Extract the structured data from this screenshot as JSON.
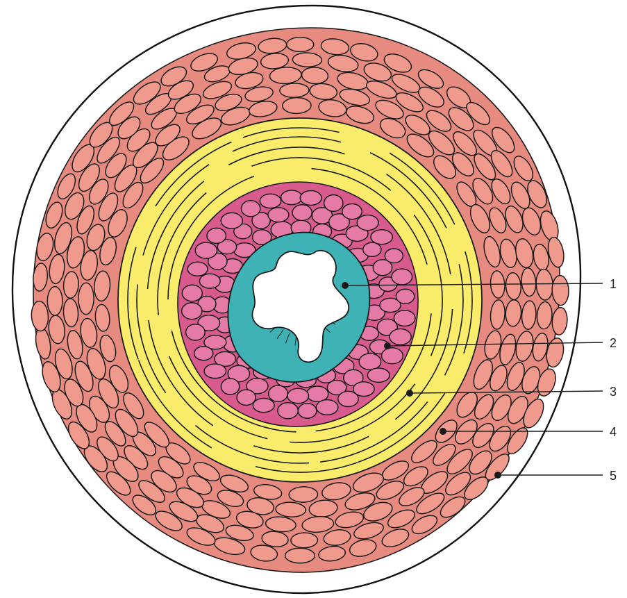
{
  "colors": {
    "adventitia": "#edf2e3",
    "outer_muscle": "#e78b80",
    "outer_muscle_cell": "#ef9a8c",
    "yellow_layer": "#f8ec6a",
    "inner_cell_layer": "#d95a8c",
    "inner_cell": "#e57aa6",
    "epithelium": "#3fb2b5",
    "lumen": "#ffffff",
    "ink": "#1a1a1a"
  },
  "callouts": [
    {
      "label": "1"
    },
    {
      "label": "2"
    },
    {
      "label": "3"
    },
    {
      "label": "4"
    },
    {
      "label": "5"
    }
  ]
}
